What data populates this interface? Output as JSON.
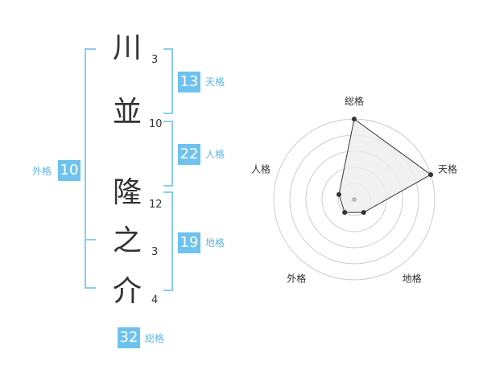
{
  "name": {
    "characters": [
      {
        "char": "川",
        "strokes": "3"
      },
      {
        "char": "並",
        "strokes": "10"
      },
      {
        "char": "隆",
        "strokes": "12"
      },
      {
        "char": "之",
        "strokes": "3"
      },
      {
        "char": "介",
        "strokes": "4"
      }
    ]
  },
  "scores": {
    "tenkaku": {
      "label": "天格",
      "value": "13"
    },
    "jinkaku": {
      "label": "人格",
      "value": "22"
    },
    "chikaku": {
      "label": "地格",
      "value": "19"
    },
    "gaikaku": {
      "label": "外格",
      "value": "10"
    },
    "soukaku": {
      "label": "総格",
      "value": "32"
    }
  },
  "colors": {
    "accent": "#6ec2ee",
    "bracket": "#88cdf0",
    "text": "#333333",
    "fill": "#eeeeee"
  },
  "chart_data": {
    "type": "radar",
    "axes": [
      "総格",
      "天格",
      "地格",
      "外格",
      "人格"
    ],
    "values": [
      5,
      5,
      1,
      1,
      1
    ],
    "max": 5,
    "rings": 5
  }
}
